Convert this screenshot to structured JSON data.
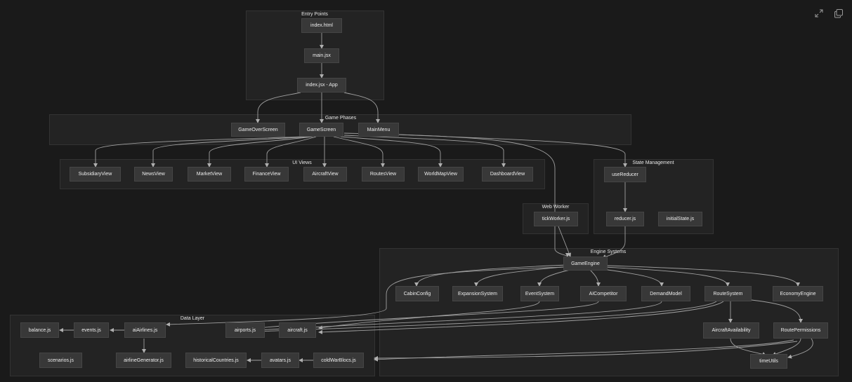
{
  "groups": {
    "entry_points": "Entry Points",
    "game_phases": "Game Phases",
    "ui_views": "UI Views",
    "state_management": "State Management",
    "web_worker": "Web Worker",
    "engine_systems": "Engine Systems",
    "data_layer": "Data Layer"
  },
  "nodes": {
    "index_html": "index.html",
    "main_jsx": "main.jsx",
    "index_app": "index.jsx - App",
    "gameover": "GameOverScreen",
    "gamescreen": "GameScreen",
    "mainmenu": "MainMenu",
    "subsidiary": "SubsidiaryView",
    "news": "NewsView",
    "market": "MarketView",
    "finance": "FinanceView",
    "aircraftview": "AircraftView",
    "routesview": "RoutesView",
    "worldmap": "WorldMapView",
    "dashboard": "DashboardView",
    "usereducer": "useReducer",
    "reducer": "reducer.js",
    "initialstate": "initialState.js",
    "tickworker": "tickWorker.js",
    "gameengine": "GameEngine",
    "cabinconfig": "CabinConfig",
    "expansion": "ExpansionSystem",
    "eventsystem": "EventSystem",
    "aicompetitor": "AICompetitor",
    "demandmodel": "DemandModel",
    "routesystem": "RouteSystem",
    "economy": "EconomyEngine",
    "aircraftavail": "AircraftAvailability",
    "routeperm": "RoutePermissions",
    "timeutils": "timeUtils",
    "balance": "balance.js",
    "events": "events.js",
    "aiairlines": "aiAirlines.js",
    "airports": "airports.js",
    "aircraftjs": "aircraft.js",
    "scenarios": "scenarios.js",
    "airlinegen": "airlineGenerator.js",
    "histcountries": "historicalCountries.js",
    "avatars": "avatars.js",
    "coldwar": "coldWarBlocs.js"
  },
  "toolbar": {
    "fit_icon": "fit-view-icon",
    "copy_icon": "copy-icon"
  },
  "colors": {
    "background": "#1a1a1a",
    "group": "#232323",
    "node": "#383838",
    "edge": "#a8a8a8"
  }
}
